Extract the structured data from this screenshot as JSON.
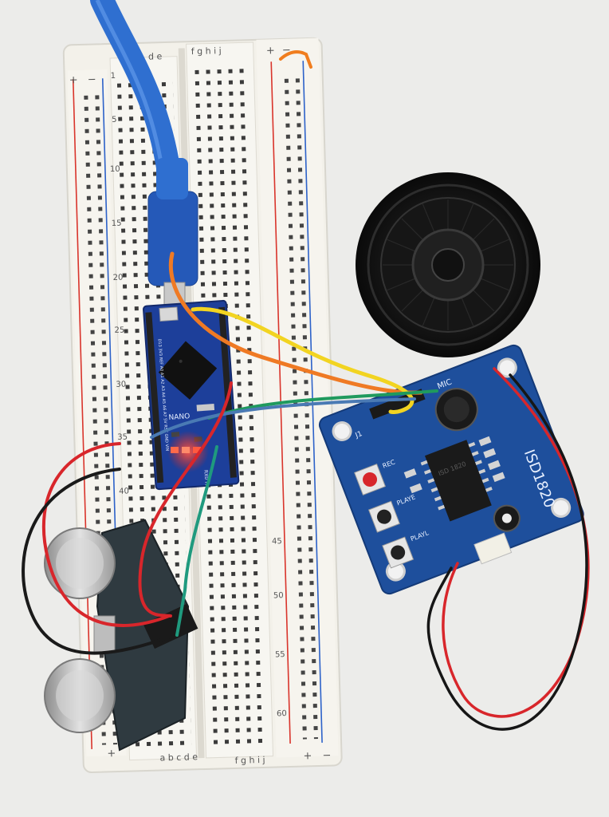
{
  "breadboard": {
    "col_labels_left": "a b c d e",
    "col_labels_right": "f g h i j",
    "top_left_partial": "d e",
    "top_right_partial": "f g h i j",
    "rail_plus": "+",
    "rail_minus": "−",
    "row_numbers": [
      "1",
      "5",
      "10",
      "15",
      "20",
      "25",
      "30",
      "35",
      "40",
      "45",
      "50",
      "55",
      "60"
    ]
  },
  "arduino": {
    "board_name": "NANO",
    "pin_top_left": "D13 3V3 REF A0 A1 A2 A3 A4 A5 A6 A7 5V RST GND VIN",
    "pin_bottom": "RX0 TX1"
  },
  "voice_module": {
    "name": "ISD1820",
    "mic_label": "MIC",
    "button_rec": "REC",
    "button_play": "PLAYE",
    "button_playl": "PLAYL",
    "jumper_label": "J1",
    "chip_label": "ISD 1820"
  },
  "colors": {
    "breadboard": "#f3f1ea",
    "pcb_blue": "#1e4f9c",
    "usb_cable": "#2f6fd0",
    "speaker": "#1b1b1b"
  }
}
